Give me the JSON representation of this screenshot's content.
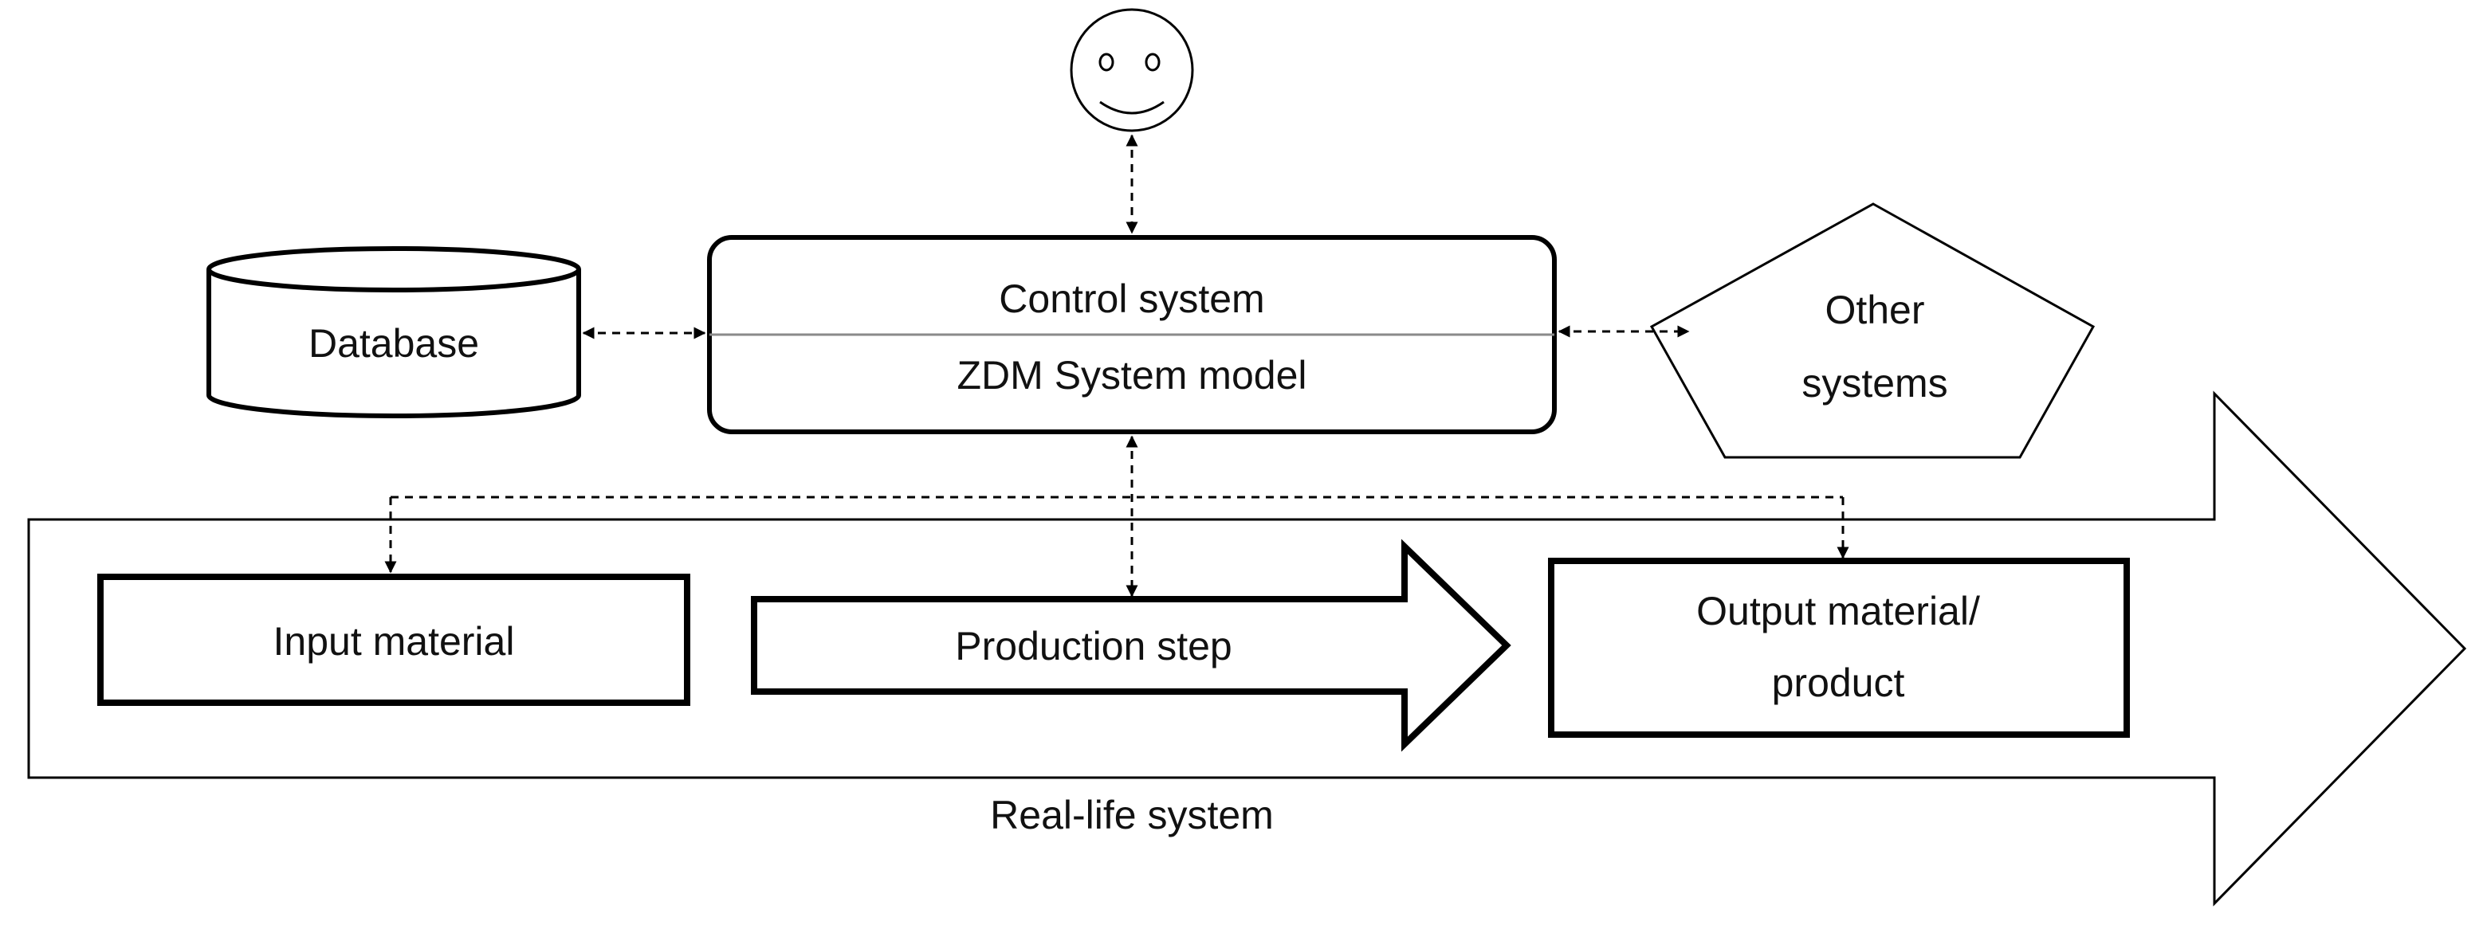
{
  "nodes": {
    "control": {
      "line1": "Control system",
      "line2": "ZDM System model"
    },
    "database": {
      "label": "Database"
    },
    "other": {
      "line1": "Other",
      "line2": "systems"
    },
    "input": {
      "label": "Input material"
    },
    "production": {
      "label": "Production step"
    },
    "output": {
      "line1": "Output material/",
      "line2": "product"
    },
    "real_life": {
      "label": "Real-life system"
    }
  },
  "actors": {
    "user": {
      "icon": "smiley-face-icon"
    }
  },
  "connectors": {
    "style": "dashed-bidirectional",
    "color": "#000000"
  }
}
